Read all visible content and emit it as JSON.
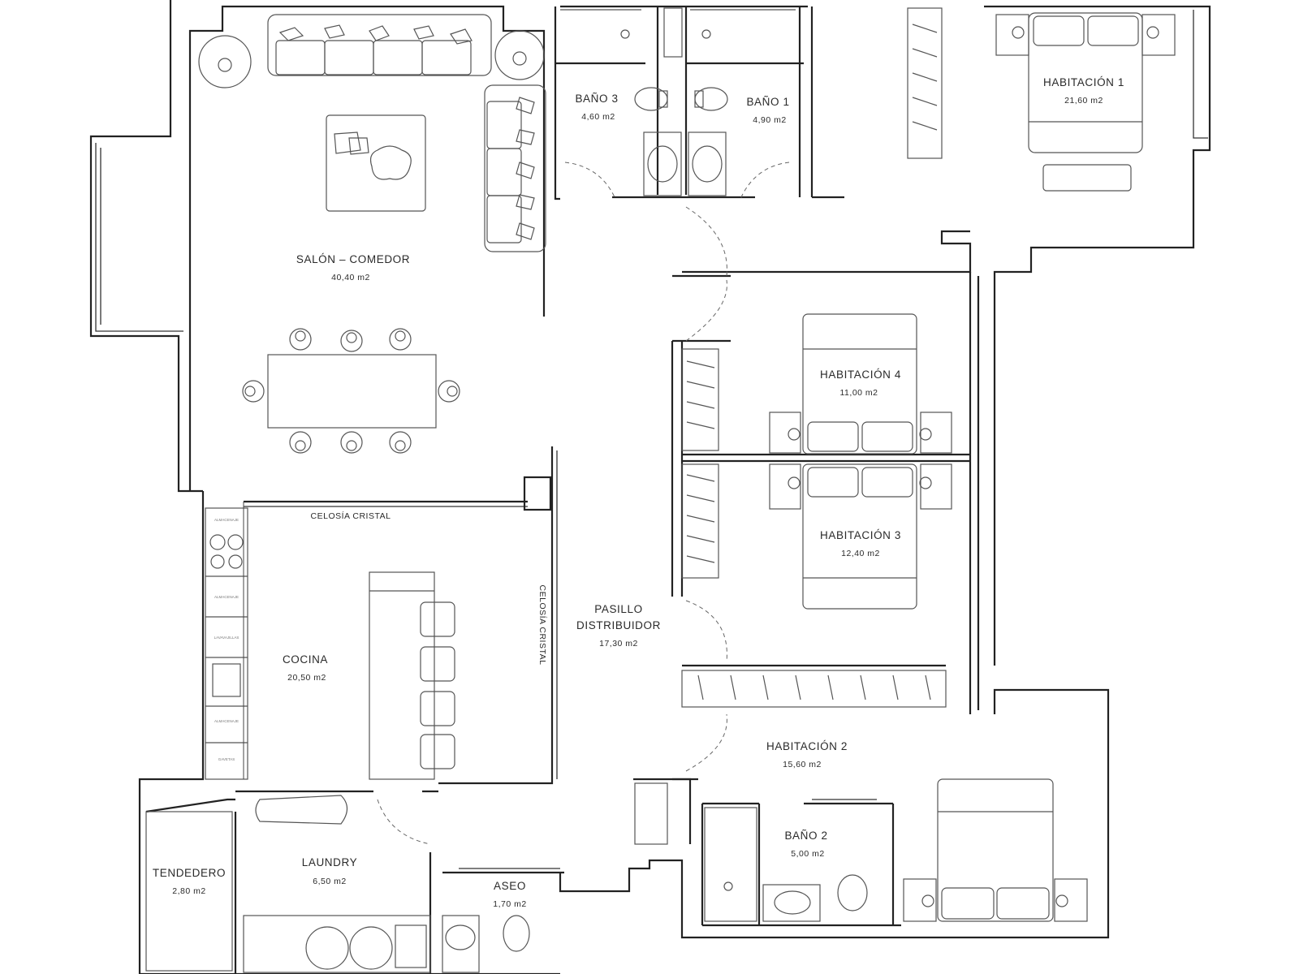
{
  "rooms": {
    "salon": {
      "name": "SALÓN  –  COMEDOR",
      "area": "40,40  m2"
    },
    "bano3": {
      "name": "BAÑO  3",
      "area": "4,60  m2"
    },
    "bano1": {
      "name": "BAÑO  1",
      "area": "4,90  m2"
    },
    "hab1": {
      "name": "HABITACIÓN  1",
      "area": "21,60  m2"
    },
    "hab4": {
      "name": "HABITACIÓN  4",
      "area": "11,00  m2"
    },
    "hab3": {
      "name": "HABITACIÓN  3",
      "area": "12,40  m2"
    },
    "pasillo": {
      "name1": "PASILLO",
      "name2": "DISTRIBUIDOR",
      "area": "17,30  m2"
    },
    "cocina": {
      "name": "COCINA",
      "area": "20,50  m2"
    },
    "hab2": {
      "name": "HABITACIÓN  2",
      "area": "15,60  m2"
    },
    "bano2": {
      "name": "BAÑO  2",
      "area": "5,00  m2"
    },
    "tendedero": {
      "name": "TENDEDERO",
      "area": "2,80  m2"
    },
    "laundry": {
      "name": "LAUNDRY",
      "area": "6,50  m2"
    },
    "aseo": {
      "name": "ASEO",
      "area": "1,70  m2"
    }
  },
  "annotations": {
    "celosia_horizontal": "CELOSÍA  CRISTAL",
    "celosia_vertical": "CELOSÍA  CRISTAL"
  },
  "kitchen_cabinets": [
    "ALMACENAJE",
    "ALMACENAJE",
    "LAVAVAJILLAS",
    "ALMACENAJE",
    "GAVETAS"
  ]
}
